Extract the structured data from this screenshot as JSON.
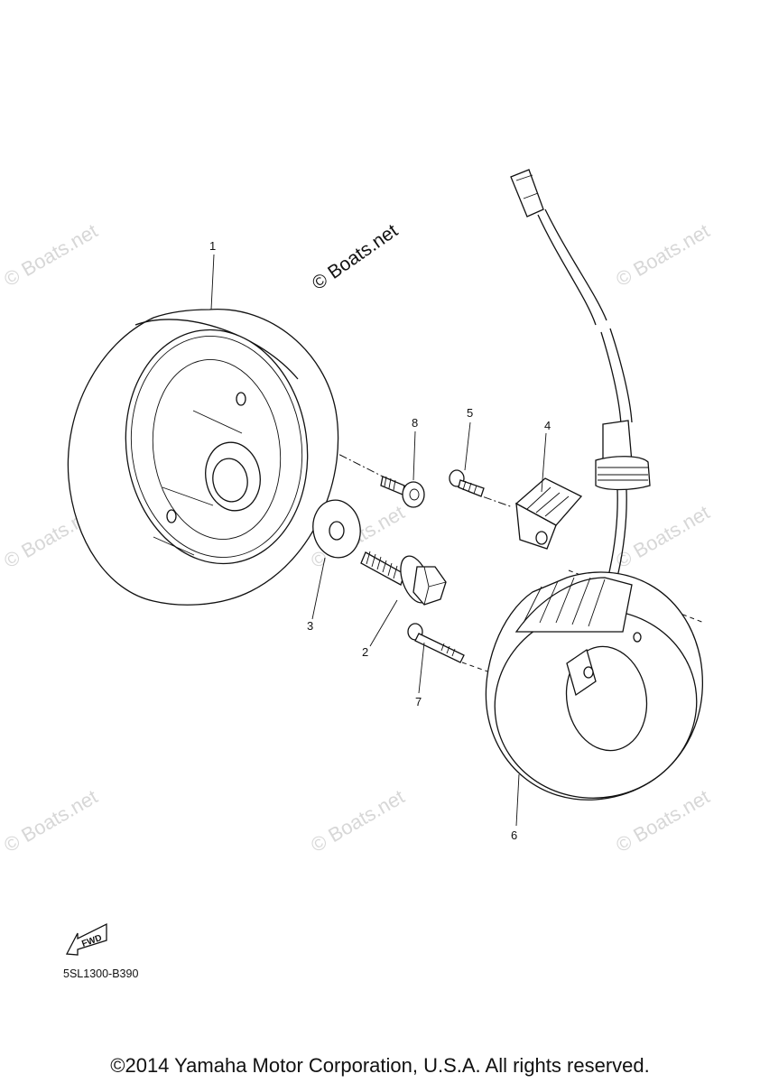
{
  "watermark": "© Boats.net",
  "callouts": {
    "c1": "1",
    "c2": "2",
    "c3": "3",
    "c4": "4",
    "c5": "5",
    "c6": "6",
    "c7": "7",
    "c8": "8"
  },
  "fwd_label": "FWD",
  "diagram_code": "5SL1300-B390",
  "copyright": "©2014 Yamaha Motor Corporation, U.S.A. All rights reserved."
}
